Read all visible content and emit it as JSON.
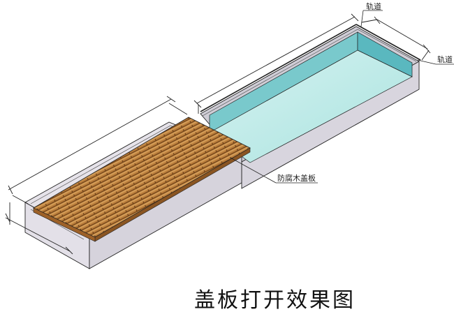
{
  "labels": {
    "track_top": "轨道",
    "track_right": "轨道",
    "cover_board": "防腐木盖板"
  },
  "caption": "盖板打开效果图",
  "colors": {
    "water_top": "#c2ece8",
    "water_side": "#68c3c8",
    "box_front": "#d9d6df",
    "box_side": "#ece9ef",
    "rim": "#bfbdc8",
    "wood_light": "#c9914a",
    "wood_dark": "#6b3f17",
    "line": "#222222"
  }
}
